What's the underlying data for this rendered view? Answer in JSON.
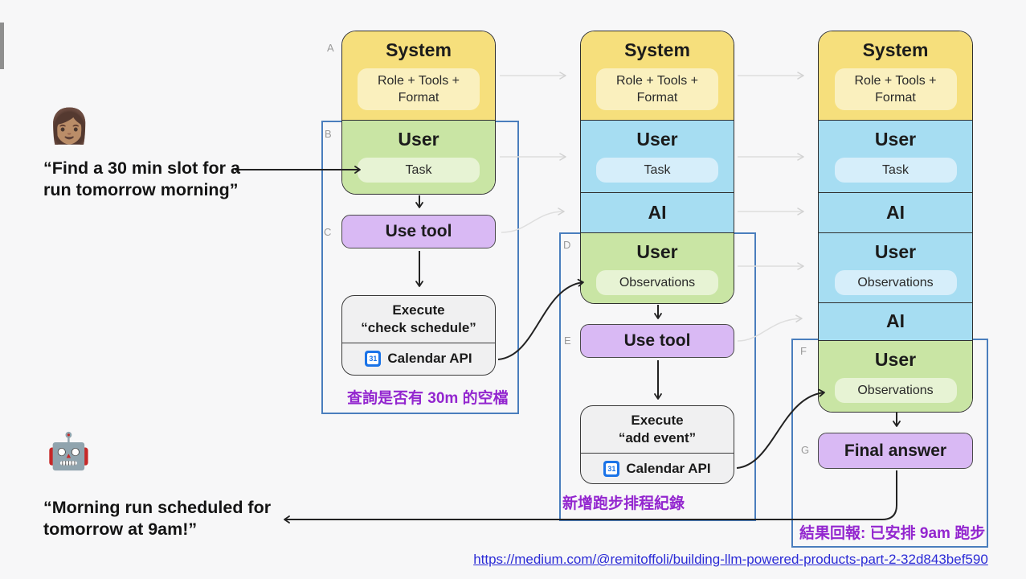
{
  "user_request": {
    "emoji": "👩🏽",
    "quote": "“Find a 30 min slot for a run tomorrow morning”"
  },
  "bot_response": {
    "emoji": "🤖",
    "quote": "“Morning run scheduled for tomorrow at 9am!”"
  },
  "step_labels": {
    "a": "A",
    "b": "B",
    "c": "C",
    "d": "D",
    "e": "E",
    "f": "F",
    "g": "G"
  },
  "col1": {
    "system": {
      "title": "System",
      "pill": "Role + Tools + Format"
    },
    "user": {
      "title": "User",
      "pill": "Task"
    },
    "use_tool": "Use tool",
    "execute": {
      "line1": "Execute",
      "line2": "“check schedule”"
    },
    "api": {
      "icon_day": "31",
      "label": "Calendar API"
    },
    "caption": "查詢是否有 30m 的空檔"
  },
  "col2": {
    "system": {
      "title": "System",
      "pill": "Role + Tools + Format"
    },
    "user": {
      "title": "User",
      "pill": "Task"
    },
    "ai": {
      "title": "AI"
    },
    "user_obs": {
      "title": "User",
      "pill": "Observations"
    },
    "use_tool": "Use tool",
    "execute": {
      "line1": "Execute",
      "line2": "“add event”"
    },
    "api": {
      "icon_day": "31",
      "label": "Calendar API"
    },
    "caption": "新增跑步排程紀錄"
  },
  "col3": {
    "system": {
      "title": "System",
      "pill": "Role + Tools + Format"
    },
    "user": {
      "title": "User",
      "pill": "Task"
    },
    "ai1": {
      "title": "AI"
    },
    "user_obs_blue": {
      "title": "User",
      "pill": "Observations"
    },
    "ai2": {
      "title": "AI"
    },
    "user_obs_green": {
      "title": "User",
      "pill": "Observations"
    },
    "final_answer": "Final answer",
    "caption": "結果回報: 已安排 9am 跑步"
  },
  "footer": {
    "link": "https://medium.com/@remitoffoli/building-llm-powered-products-part-2-32d843bef590"
  },
  "colors": {
    "background": "#f7f7f8",
    "system_yellow": "#f6df7c",
    "system_yellow_light": "#faf0be",
    "user_green": "#c9e5a4",
    "user_green_light": "#e7f3d4",
    "history_blue": "#a6ddf2",
    "history_blue_light": "#d6eefa",
    "action_purple": "#d9b9f4",
    "execute_gray": "#f0f0f1",
    "group_outline_blue": "#4a7ebd",
    "caption_purple": "#9326cf",
    "link_blue": "#2b2bd6"
  }
}
